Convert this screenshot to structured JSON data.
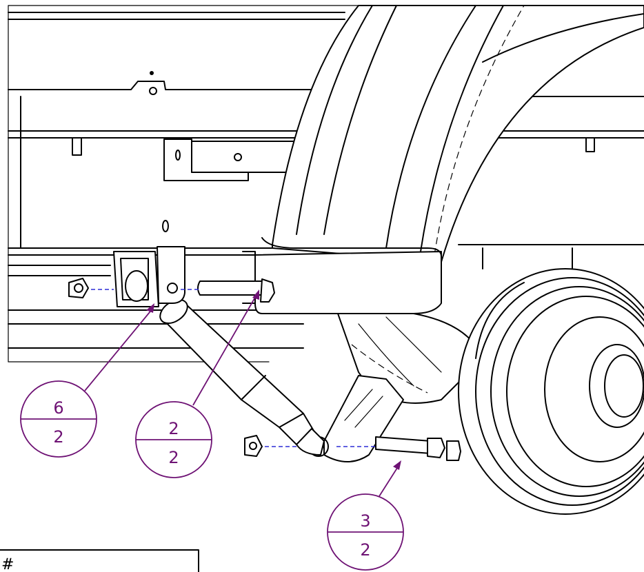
{
  "colors": {
    "callout": "#6e1274",
    "assembly_axis": "#2b2bd6",
    "line": "#000000",
    "background": "#ffffff"
  },
  "callouts": [
    {
      "id": "callout-6-2",
      "top": "6",
      "bottom": "2"
    },
    {
      "id": "callout-2-2",
      "top": "2",
      "bottom": "2"
    },
    {
      "id": "callout-3-2",
      "top": "3",
      "bottom": "2"
    }
  ],
  "note_box": {
    "text": "#"
  }
}
